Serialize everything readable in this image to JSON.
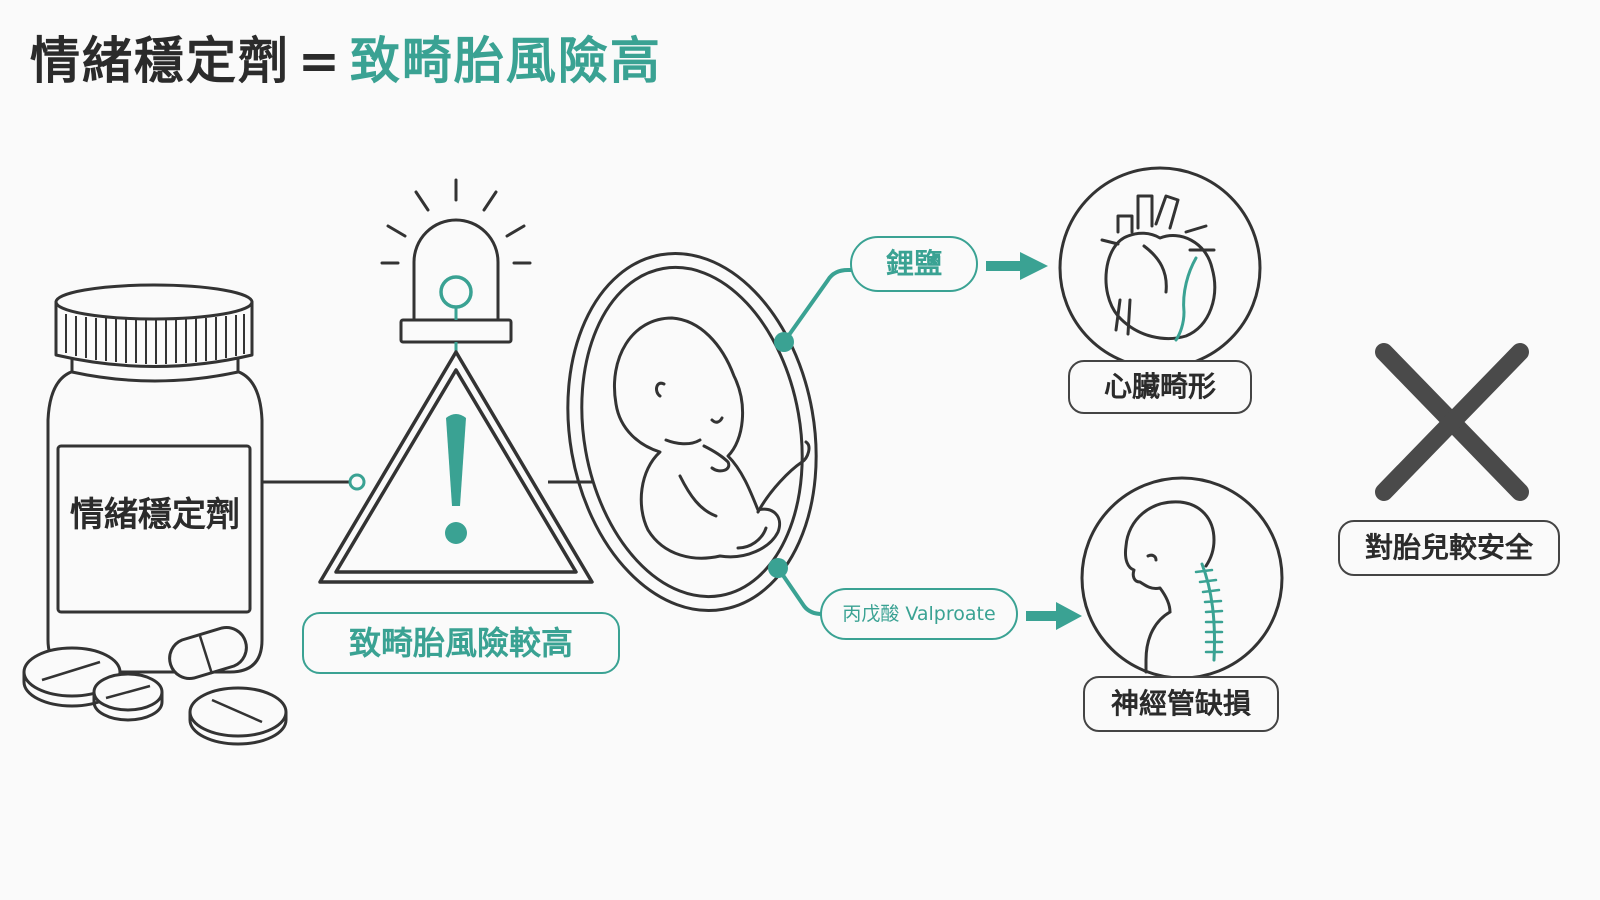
{
  "title": {
    "left": "情緒穩定劑",
    "equals": "=",
    "right": "致畸胎風險高"
  },
  "bottle": {
    "label": "情緒穩定劑"
  },
  "warning": {
    "label": "致畸胎風險較高"
  },
  "drugs": {
    "lithium": "鋰鹽",
    "valproate": "丙戊酸 Valproate"
  },
  "outcomes": {
    "heart": "心臟畸形",
    "neural": "神經管缺損"
  },
  "safe": {
    "label": "對胎兒較安全"
  },
  "colors": {
    "accent": "#3aa293",
    "ink": "#2b2b2b",
    "cross": "#4a4a4a"
  },
  "icons": [
    "medicine-bottle-icon",
    "pill-icon",
    "siren-icon",
    "warning-triangle-icon",
    "fetus-icon",
    "heart-icon",
    "baby-spine-icon",
    "cross-icon"
  ]
}
